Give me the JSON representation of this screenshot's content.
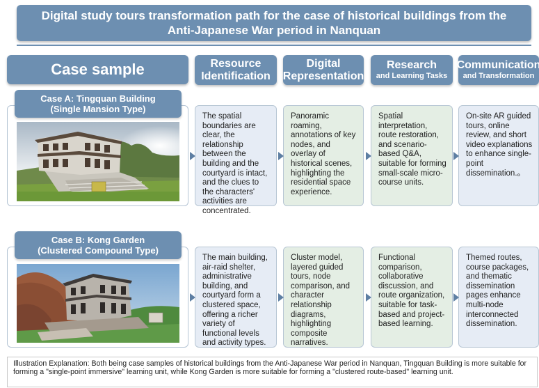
{
  "title": "Digital study tours transformation path for the case of historical buildings from the Anti-Japanese War period in Nanquan",
  "headers": {
    "case_sample": "Case sample",
    "resource": {
      "main": "Resource Identification"
    },
    "digital": {
      "main": "Digital Representation"
    },
    "research": {
      "main": "Research",
      "sub": "and Learning Tasks"
    },
    "communication": {
      "main": "Communication",
      "sub": "and Transformation"
    }
  },
  "cases": [
    {
      "title_line1": "Case A: Tingquan Building",
      "title_line2": "(Single Mansion Type)",
      "resource": "The spatial boundaries are clear, the relationship between the building and the courtyard is intact, and the clues to the characters' activities are concentrated.",
      "digital": "Panoramic roaming, annotations of key nodes, and overlay of historical scenes, highlighting the residential space experience.",
      "research": "Spatial interpretation, route restoration, and scenario-based Q&A, suitable for forming small-scale micro-course units.",
      "communication": "On-site AR guided tours, online review, and short video explanations to enhance single-point dissemination.。"
    },
    {
      "title_line1": "Case B: Kong Garden",
      "title_line2": "(Clustered Compound Type)",
      "resource": "The main building, air-raid shelter, administrative building, and courtyard form a clustered space, offering a richer variety of functional levels and activity types.",
      "digital": "Cluster model, layered guided tours, node comparison, and character relationship diagrams, highlighting composite narratives.",
      "research": "Functional comparison, collaborative discussion, and route organization, suitable for task-based and project-based learning.",
      "communication": "Themed routes, course packages, and thematic dissemination pages enhance multi-node interconnected dissemination."
    }
  ],
  "note": "Illustration Explanation: Both being case samples of historical buildings from the Anti-Japanese War period in Nanquan, Tingquan Building is more suitable for forming a \"single-point immersive\" learning unit, while Kong Garden is more suitable for forming a \"clustered route-based\" learning unit."
}
